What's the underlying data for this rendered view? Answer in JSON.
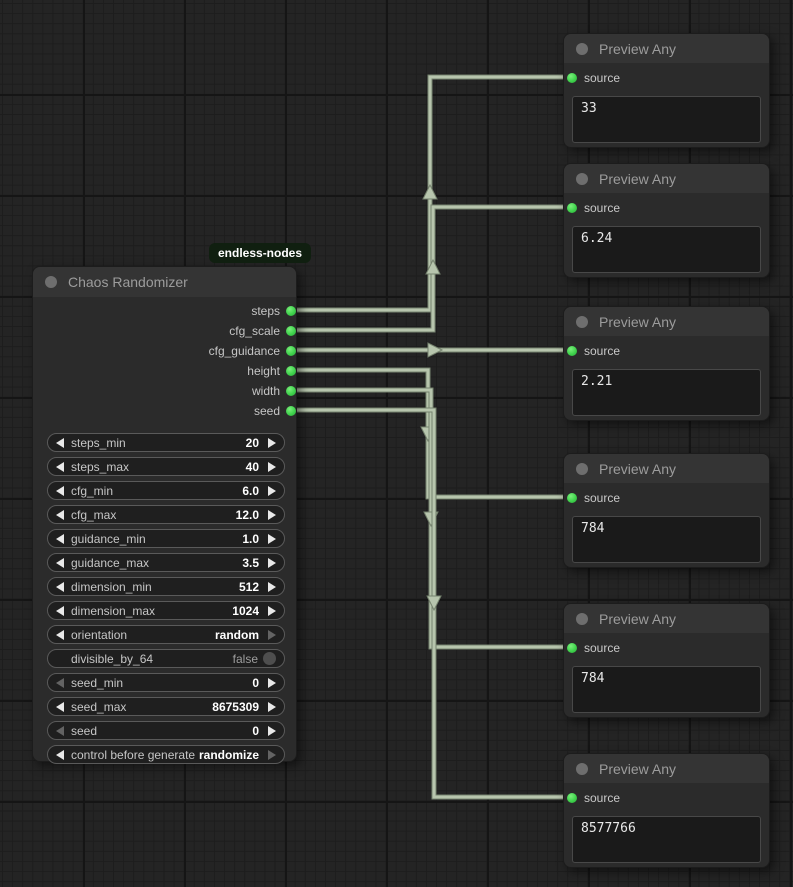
{
  "badge": {
    "label": "endless-nodes"
  },
  "colors": {
    "accent_green": "#3fd24c",
    "wire": "#b7c5ad",
    "canvas_bg": "#242424",
    "node_bg": "#2b2b2b",
    "node_title_bg": "#343434",
    "badge_bg": "#101f10"
  },
  "chaos_node": {
    "title": "Chaos Randomizer",
    "outputs": [
      {
        "label": "steps"
      },
      {
        "label": "cfg_scale"
      },
      {
        "label": "cfg_guidance"
      },
      {
        "label": "height"
      },
      {
        "label": "width"
      },
      {
        "label": "seed"
      }
    ],
    "widgets": [
      {
        "label": "steps_min",
        "value": "20"
      },
      {
        "label": "steps_max",
        "value": "40"
      },
      {
        "label": "cfg_min",
        "value": "6.0"
      },
      {
        "label": "cfg_max",
        "value": "12.0"
      },
      {
        "label": "guidance_min",
        "value": "1.0"
      },
      {
        "label": "guidance_max",
        "value": "3.5"
      },
      {
        "label": "dimension_min",
        "value": "512"
      },
      {
        "label": "dimension_max",
        "value": "1024"
      },
      {
        "label": "orientation",
        "value": "random"
      },
      {
        "label": "divisible_by_64",
        "value": "false"
      },
      {
        "label": "seed_min",
        "value": "0"
      },
      {
        "label": "seed_max",
        "value": "8675309"
      },
      {
        "label": "seed",
        "value": "0"
      },
      {
        "label": "control before generate",
        "value": "randomize"
      }
    ]
  },
  "preview_nodes": [
    {
      "title": "Preview Any",
      "input_label": "source",
      "value": "33"
    },
    {
      "title": "Preview Any",
      "input_label": "source",
      "value": "6.24"
    },
    {
      "title": "Preview Any",
      "input_label": "source",
      "value": "2.21"
    },
    {
      "title": "Preview Any",
      "input_label": "source",
      "value": "784"
    },
    {
      "title": "Preview Any",
      "input_label": "source",
      "value": "784"
    },
    {
      "title": "Preview Any",
      "input_label": "source",
      "value": "8577766"
    }
  ],
  "connections": [
    {
      "from": "steps",
      "to": "preview-1.source"
    },
    {
      "from": "cfg_scale",
      "to": "preview-2.source"
    },
    {
      "from": "cfg_guidance",
      "to": "preview-3.source"
    },
    {
      "from": "height",
      "to": "preview-4.source"
    },
    {
      "from": "width",
      "to": "preview-5.source"
    },
    {
      "from": "seed",
      "to": "preview-6.source"
    }
  ]
}
